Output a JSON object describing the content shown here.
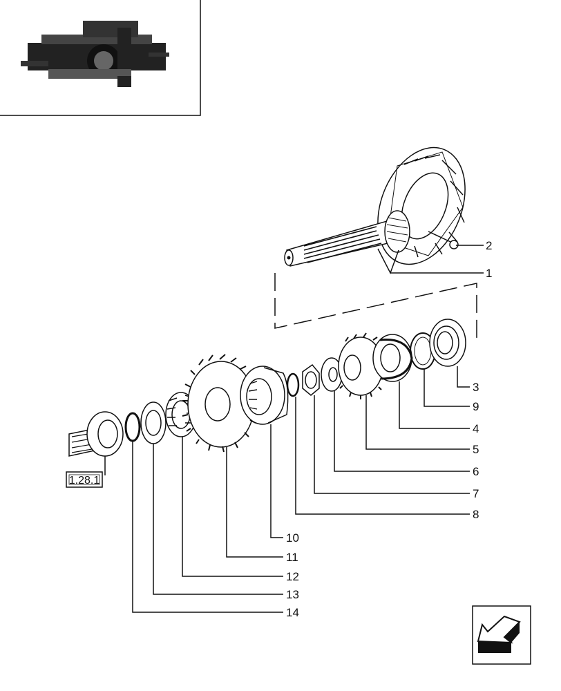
{
  "callouts": [
    {
      "id": "c1",
      "text": "1"
    },
    {
      "id": "c2",
      "text": "2"
    },
    {
      "id": "c3",
      "text": "3"
    },
    {
      "id": "c9",
      "text": "9"
    },
    {
      "id": "c4",
      "text": "4"
    },
    {
      "id": "c5",
      "text": "5"
    },
    {
      "id": "c6",
      "text": "6"
    },
    {
      "id": "c7",
      "text": "7"
    },
    {
      "id": "c8",
      "text": "8"
    },
    {
      "id": "c10",
      "text": "10"
    },
    {
      "id": "c11",
      "text": "11"
    },
    {
      "id": "c12",
      "text": "12"
    },
    {
      "id": "c13",
      "text": "13"
    },
    {
      "id": "c14",
      "text": "14"
    }
  ],
  "reference_box": {
    "text": "1.28.1"
  },
  "icons": {
    "thumbnail": "tractor-transmission-thumbnail-icon",
    "nav": "back-arrow-icon"
  },
  "colors": {
    "ink": "#111111",
    "paper": "#ffffff"
  }
}
